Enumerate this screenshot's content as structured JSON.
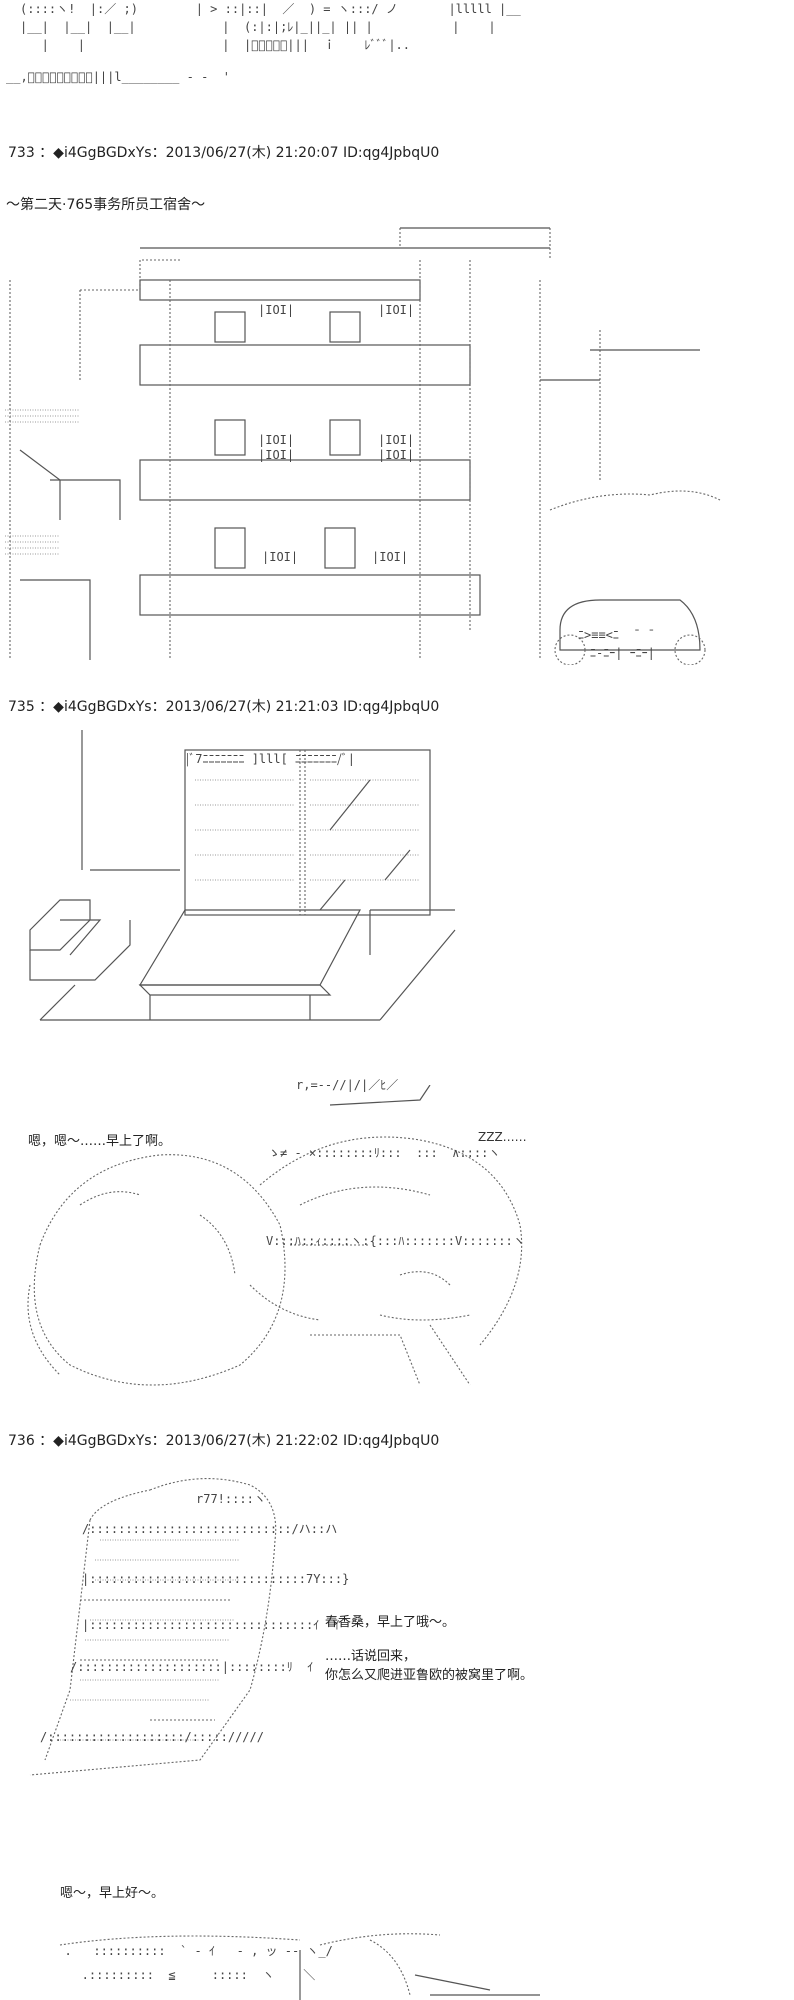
{
  "posts": [
    {
      "header": "733 ：◆i4GgBGDxYs：2013/06/27(木) 21:20:07 ID:qg4JpbqU0"
    },
    {
      "header": "735 ：◆i4GgBGDxYs：2013/06/27(木) 21:21:03 ID:qg4JpbqU0"
    },
    {
      "header": "736 ：◆i4GgBGDxYs：2013/06/27(木) 21:22:02 ID:qg4JpbqU0"
    }
  ],
  "scene_title": "～第二天·765事务所员工宿舍～",
  "dialogue": {
    "line1": "嗯，嗯～……早上了啊。",
    "zzz": "ZZZ……",
    "line2": "春香桑，早上了哦～。",
    "line3a": "……话说回来，",
    "line3b": "你怎么又爬进亚鲁欧的被窝里了啊。",
    "line4": "嗯～，早上好～。"
  },
  "aa_fragments": {
    "top_row1": "(::::ヽ!  |:／ ;)        | > ::|::|  ／  ) = ヽ:::/ ノ       |lllll |__",
    "top_row2": "|__|  |__|  |__|            |  (:|:|;ﾚ|_||_| || |           |    |",
    "top_row3": "   |    |                   |  |ﾞﾞﾞﾞﾞ|||  ｉ    ﾚﾞﾞﾞ|..",
    "top_row4": "__,ﾞﾞﾞﾞﾞﾞﾞﾞﾞ|||l________ ‐ ‐  '",
    "sign_a": "|IOI|",
    "sign_b": "|IOI|",
    "sign_c": "|IOI|",
    "sign_d": "|IOI|",
    "sign_e": "|IOI|",
    "sign_f": "|IOI|",
    "sign_g": "|IOI|",
    "sign_h": "|IOI|",
    "car": "ﾆ>≡≡<ﾆ  ̄  ̄",
    "car2": "ﾆ‐ﾆｰ| ｰﾆｰ|",
    "wardrobe": "|ﾞ7ﾆﾆﾆﾆﾆﾆﾆ ]lll[ ﾆﾆﾆﾆﾆﾆﾆ/ﾞ|",
    "sleep_hair": "r,=‐‐//|/|／ﾋ／",
    "sleep_face1": "ゝ≠ ‐ ×::::::::ﾘ:::  :::  ∧::::ヽ",
    "sleep_face2": "V:::ﾊ::ｨ::::ヽ:{:::ﾊ:::::::V:::::::ヽ",
    "char_hair": "r77!::::ヽ",
    "char_body1": "/::::::::::::::::::::::::::::/ハ::ハ",
    "char_body2": "|::::::::::::::::::::::::::::::7Y:::}",
    "char_body3": "|:::::::::::::::::::::::::::::::ｲ  ｲ",
    "char_body4": "/::::::::::::::::::::|::::::::ﾘ  ｲ",
    "char_body5": "/:::::::::::::::::::/::::://///",
    "bottom_art": "  .   ::::::::::  ` ‐ ｲ   ‐ , ッ ‐‐ ヽ_/",
    "bottom_art2": "   .:::::::::  ≦     :::::  ヽ    ＼"
  }
}
